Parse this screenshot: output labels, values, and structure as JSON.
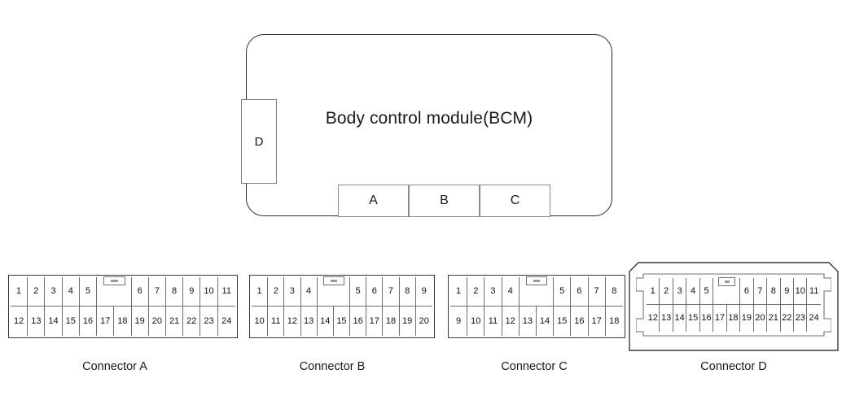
{
  "module": {
    "title": "Body control module(BCM)",
    "stubs": {
      "left": {
        "label": "D"
      },
      "bottom": [
        {
          "label": "A"
        },
        {
          "label": "B"
        },
        {
          "label": "C"
        }
      ]
    }
  },
  "connectors": [
    {
      "id": "a",
      "caption": "Connector A",
      "shell": "plain",
      "top_row": [
        "1",
        "2",
        "3",
        "4",
        "5",
        "",
        "6",
        "7",
        "8",
        "9",
        "10",
        "11"
      ],
      "top_gap_index": 5,
      "bottom_row": [
        "12",
        "13",
        "14",
        "15",
        "16",
        "17",
        "18",
        "19",
        "20",
        "21",
        "22",
        "23",
        "24"
      ]
    },
    {
      "id": "b",
      "caption": "Connector B",
      "shell": "plain",
      "top_row": [
        "1",
        "2",
        "3",
        "4",
        "",
        "5",
        "6",
        "7",
        "8",
        "9"
      ],
      "top_gap_index": 4,
      "bottom_row": [
        "10",
        "11",
        "12",
        "13",
        "14",
        "15",
        "16",
        "17",
        "18",
        "19",
        "20"
      ]
    },
    {
      "id": "c",
      "caption": "Connector C",
      "shell": "plain",
      "top_row": [
        "1",
        "2",
        "3",
        "4",
        "",
        "5",
        "6",
        "7",
        "8"
      ],
      "top_gap_index": 4,
      "bottom_row": [
        "9",
        "10",
        "11",
        "12",
        "13",
        "14",
        "15",
        "16",
        "17",
        "18"
      ]
    },
    {
      "id": "d",
      "caption": "Connector D",
      "shell": "keyed",
      "top_row": [
        "1",
        "2",
        "3",
        "4",
        "5",
        "",
        "6",
        "7",
        "8",
        "9",
        "10",
        "11"
      ],
      "top_gap_index": 5,
      "bottom_row": [
        "12",
        "13",
        "14",
        "15",
        "16",
        "17",
        "18",
        "19",
        "20",
        "21",
        "22",
        "23",
        "24"
      ]
    }
  ],
  "colors": {
    "outline": "#2a2a2a",
    "grid_line": "#6e6e6e",
    "shell_line": "#8a8a8a",
    "text": "#111111",
    "background": "#ffffff"
  }
}
